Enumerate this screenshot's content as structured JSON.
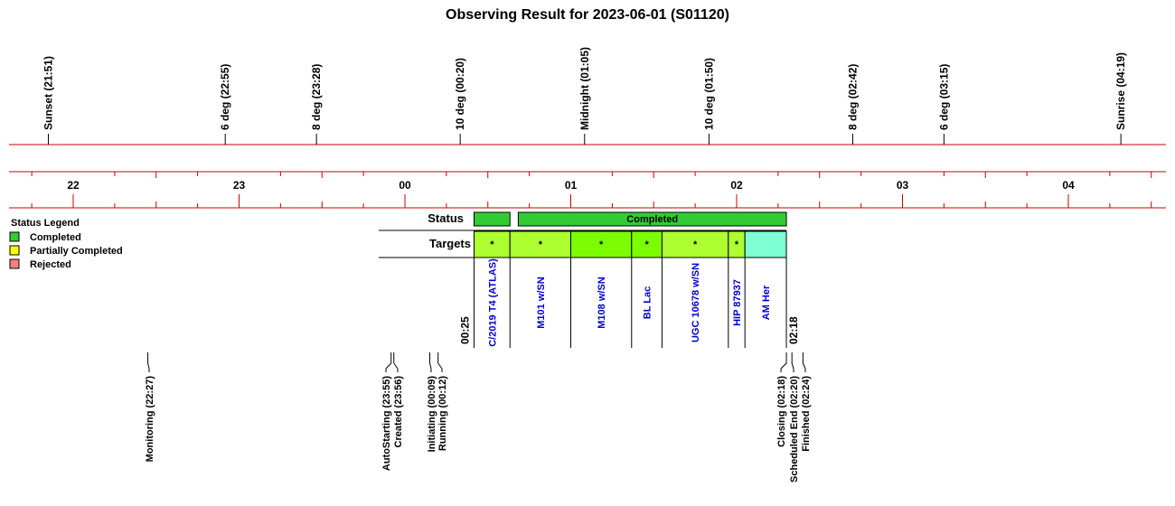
{
  "title": "Observing Result for 2023-06-01 (S01120)",
  "sky_events": [
    {
      "label": "Sunset (21:51)",
      "time": "21:51"
    },
    {
      "label": "6 deg (22:55)",
      "time": "22:55"
    },
    {
      "label": "8 deg (23:28)",
      "time": "23:28"
    },
    {
      "label": "10 deg (00:20)",
      "time": "24:20"
    },
    {
      "label": "Midnight (01:05)",
      "time": "25:05"
    },
    {
      "label": "10 deg (01:50)",
      "time": "25:50"
    },
    {
      "label": "8 deg (02:42)",
      "time": "26:42"
    },
    {
      "label": "6 deg (03:15)",
      "time": "27:15"
    },
    {
      "label": "Sunrise (04:19)",
      "time": "28:19"
    }
  ],
  "hour_labels": [
    {
      "label": "22",
      "time": "22:00"
    },
    {
      "label": "23",
      "time": "23:00"
    },
    {
      "label": "00",
      "time": "24:00"
    },
    {
      "label": "01",
      "time": "25:00"
    },
    {
      "label": "02",
      "time": "26:00"
    },
    {
      "label": "03",
      "time": "27:00"
    },
    {
      "label": "04",
      "time": "28:00"
    }
  ],
  "legend": {
    "title": "Status Legend",
    "items": [
      {
        "label": "Completed",
        "color": "#33cc33"
      },
      {
        "label": "Partially Completed",
        "color": "#ffff00"
      },
      {
        "label": "Rejected",
        "color": "#ff7f7f"
      }
    ]
  },
  "status_row": {
    "header": "Status",
    "bars": [
      {
        "label": "",
        "start": "24:25",
        "end": "24:38",
        "color": "#33cc33"
      },
      {
        "label": "Completed",
        "start": "24:41",
        "end": "26:18",
        "color": "#33cc33"
      }
    ]
  },
  "targets_row": {
    "header": "Targets",
    "items": [
      {
        "name": "C/2019 T4 (ATLAS)",
        "marker": "*",
        "start": "24:25",
        "end": "24:38",
        "color": "#adff2f"
      },
      {
        "name": "M101 w/SN",
        "marker": "*",
        "start": "24:38",
        "end": "25:00",
        "color": "#adff2f"
      },
      {
        "name": "M108 w/SN",
        "marker": "*",
        "start": "25:00",
        "end": "25:22",
        "color": "#7cfc00"
      },
      {
        "name": "BL Lac",
        "marker": "*",
        "start": "25:22",
        "end": "25:33",
        "color": "#7cfc00"
      },
      {
        "name": "UGC 10678 w/SN",
        "marker": "*",
        "start": "25:33",
        "end": "25:57",
        "color": "#adff2f"
      },
      {
        "name": "HIP 87937",
        "marker": "*",
        "start": "25:57",
        "end": "26:03",
        "color": "#adff2f"
      },
      {
        "name": "AM Her",
        "marker": "",
        "start": "26:03",
        "end": "26:18",
        "color": "#7fffd4"
      }
    ],
    "start_label": "00:25",
    "end_label": "02:18"
  },
  "states": [
    {
      "label": "Monitoring (22:27)",
      "time": "22:27"
    },
    {
      "label": "AutoStarting (23:55)",
      "time": "23:55"
    },
    {
      "label": "Created (23:56)",
      "time": "23:56"
    },
    {
      "label": "Initiating (00:09)",
      "time": "24:09"
    },
    {
      "label": "Running (00:12)",
      "time": "24:12"
    },
    {
      "label": "Closing (02:18)",
      "time": "26:18"
    },
    {
      "label": "Scheduled End (02:20)",
      "time": "26:20"
    },
    {
      "label": "Finished (02:24)",
      "time": "26:24"
    }
  ]
}
